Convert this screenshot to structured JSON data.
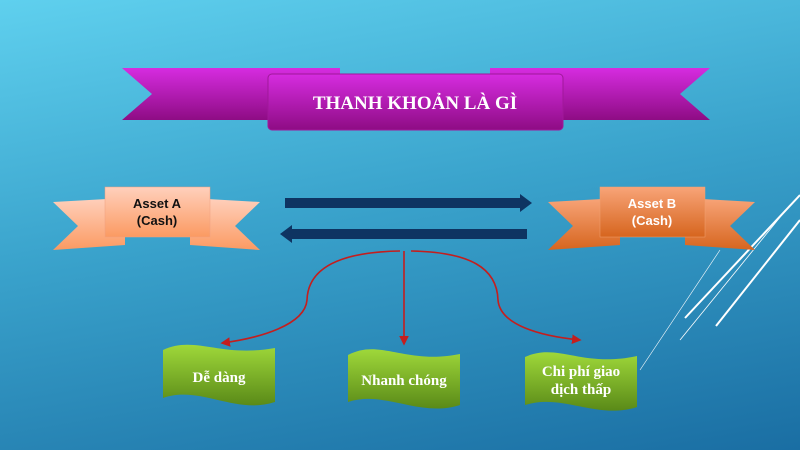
{
  "title": "THANH KHOẢN LÀ GÌ",
  "asset_a": {
    "line1": "Asset A",
    "line2": "(Cash)"
  },
  "asset_b": {
    "line1": "Asset B",
    "line2": "(Cash)"
  },
  "benefits": [
    {
      "line1": "Dễ dàng"
    },
    {
      "line1": "Nhanh chóng"
    },
    {
      "line1": "Chi phí giao",
      "line2": "dịch thấp"
    }
  ],
  "colors": {
    "title_ribbon": "#c020c8",
    "asset_a": "#fbb08a",
    "asset_b": "#e87a3a",
    "arrows": "#0e3462",
    "connectors": "#c41e1e",
    "benefit": "#7cb32a"
  }
}
